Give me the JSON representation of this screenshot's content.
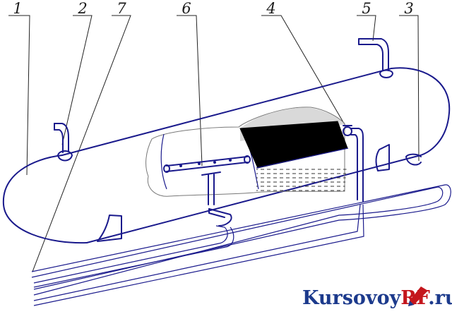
{
  "callouts": {
    "c1": "1",
    "c2": "2",
    "c7": "7",
    "c6": "6",
    "c4": "4",
    "c5": "5",
    "c3": "3"
  },
  "watermark": {
    "prefix": "Kursovoy",
    "accent": "RF",
    "suffix": ".ru",
    "prefix_color": "#1c3a8c",
    "accent_color": "#c4161c",
    "icon": "pencil-icon"
  },
  "colors": {
    "ink": "#1a1a8c",
    "fill_dark": "#000000",
    "liquid_dash": "#333333"
  }
}
